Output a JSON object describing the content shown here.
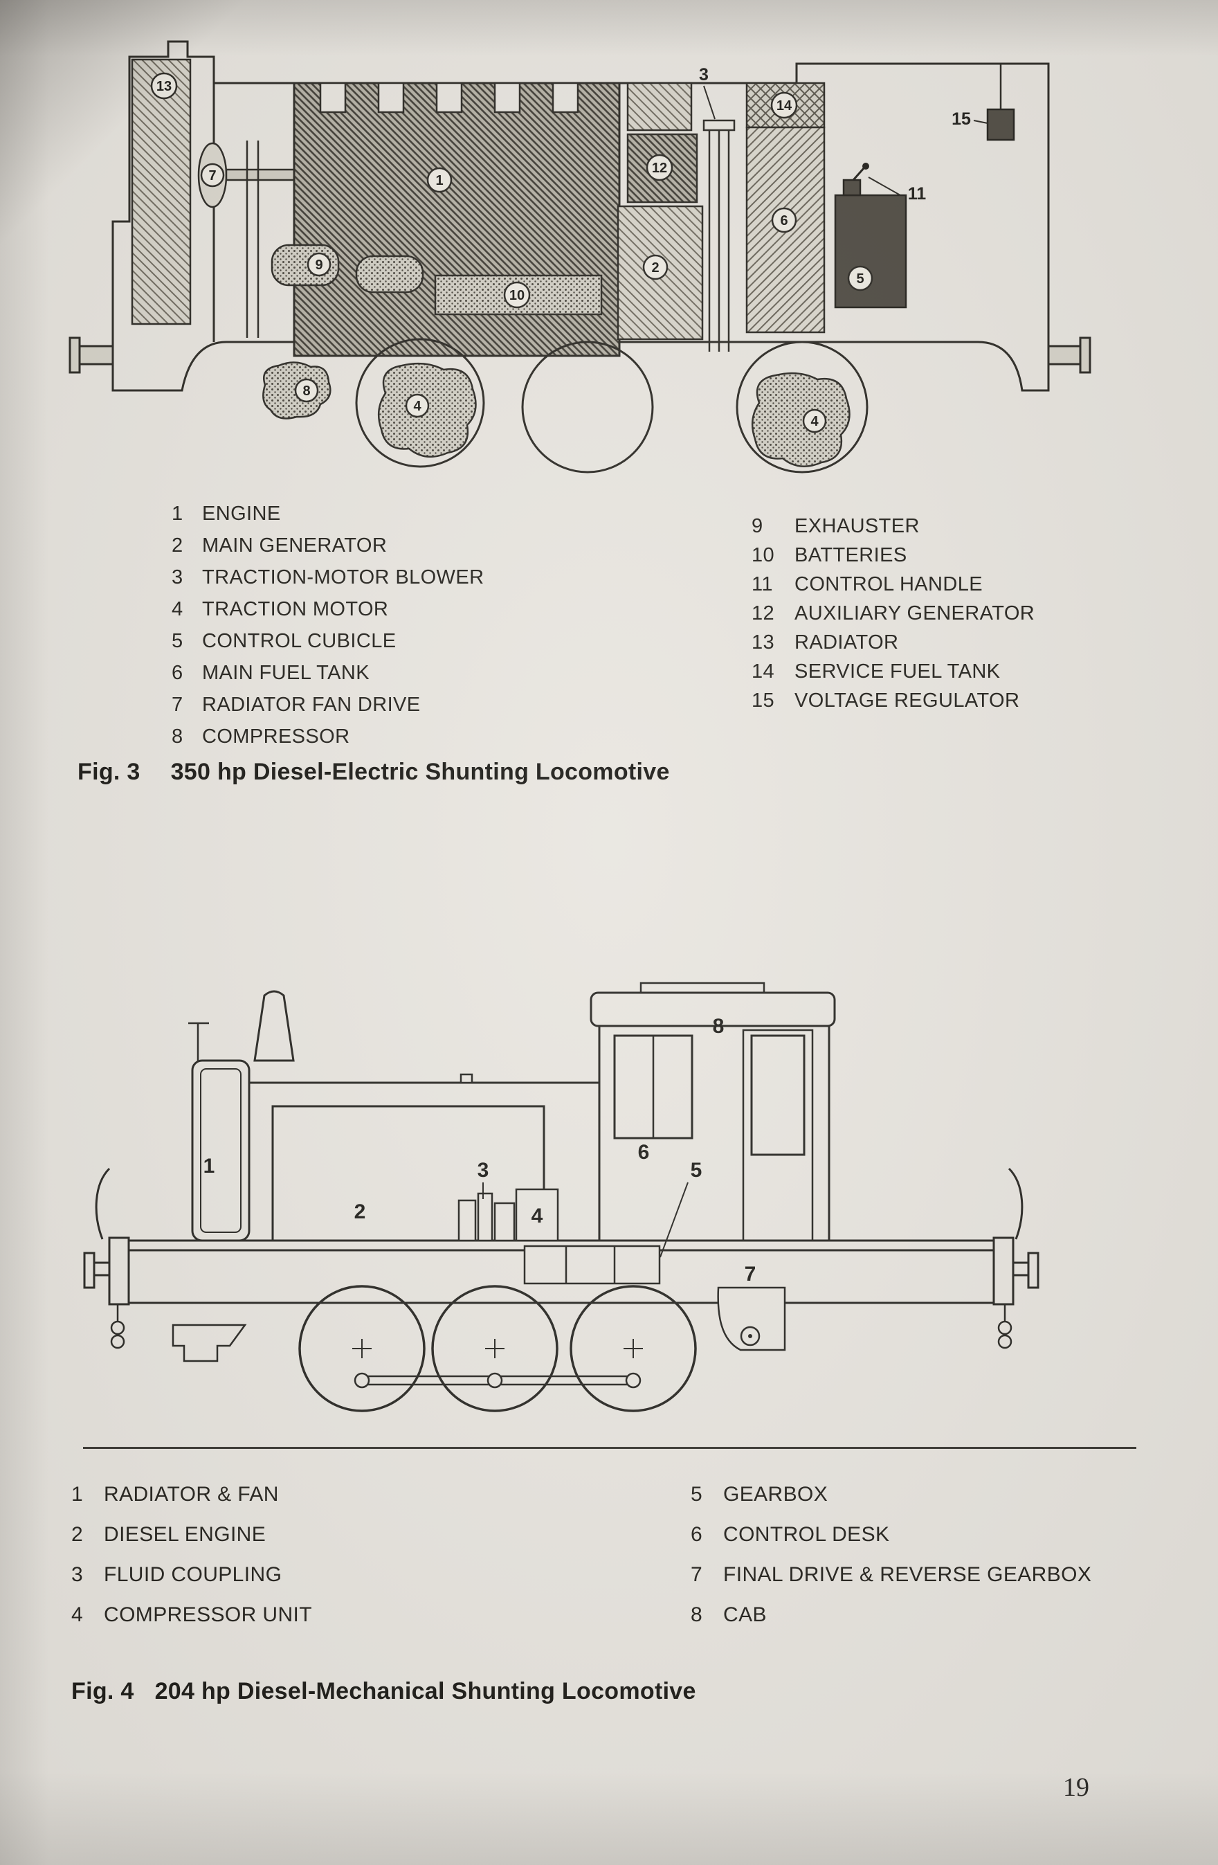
{
  "page": {
    "number": "19"
  },
  "colors": {
    "paper": "#e9e6e0",
    "ink": "#26241f"
  },
  "fig3": {
    "caption_label": "Fig. 3",
    "caption_title": "350 hp Diesel-Electric Shunting Locomotive",
    "parts_left": [
      {
        "num": "1",
        "name": "ENGINE"
      },
      {
        "num": "2",
        "name": "MAIN GENERATOR"
      },
      {
        "num": "3",
        "name": "TRACTION-MOTOR BLOWER"
      },
      {
        "num": "4",
        "name": "TRACTION MOTOR"
      },
      {
        "num": "5",
        "name": "CONTROL CUBICLE"
      },
      {
        "num": "6",
        "name": "MAIN FUEL TANK"
      },
      {
        "num": "7",
        "name": "RADIATOR FAN DRIVE"
      },
      {
        "num": "8",
        "name": "COMPRESSOR"
      }
    ],
    "parts_right": [
      {
        "num": "9",
        "name": "EXHAUSTER"
      },
      {
        "num": "10",
        "name": "BATTERIES"
      },
      {
        "num": "11",
        "name": "CONTROL HANDLE"
      },
      {
        "num": "12",
        "name": "AUXILIARY GENERATOR"
      },
      {
        "num": "13",
        "name": "RADIATOR"
      },
      {
        "num": "14",
        "name": "SERVICE FUEL TANK"
      },
      {
        "num": "15",
        "name": "VOLTAGE REGULATOR"
      }
    ],
    "labels": {
      "n1": "1",
      "n2": "2",
      "n3": "3",
      "n4a": "4",
      "n4b": "4",
      "n5": "5",
      "n6": "6",
      "n7": "7",
      "n8": "8",
      "n9": "9",
      "n10": "10",
      "n11": "11",
      "n12": "12",
      "n13": "13",
      "n14": "14",
      "n15": "15"
    }
  },
  "fig4": {
    "caption_label": "Fig. 4",
    "caption_title": "204 hp Diesel-Mechanical Shunting Locomotive",
    "parts_left": [
      {
        "num": "1",
        "name": "RADIATOR & FAN"
      },
      {
        "num": "2",
        "name": "DIESEL ENGINE"
      },
      {
        "num": "3",
        "name": "FLUID COUPLING"
      },
      {
        "num": "4",
        "name": "COMPRESSOR UNIT"
      }
    ],
    "parts_right": [
      {
        "num": "5",
        "name": "GEARBOX"
      },
      {
        "num": "6",
        "name": "CONTROL DESK"
      },
      {
        "num": "7",
        "name": "FINAL DRIVE & REVERSE GEARBOX"
      },
      {
        "num": "8",
        "name": "CAB"
      }
    ],
    "labels": {
      "n1": "1",
      "n2": "2",
      "n3": "3",
      "n4": "4",
      "n5": "5",
      "n6": "6",
      "n7": "7",
      "n8": "8"
    }
  }
}
